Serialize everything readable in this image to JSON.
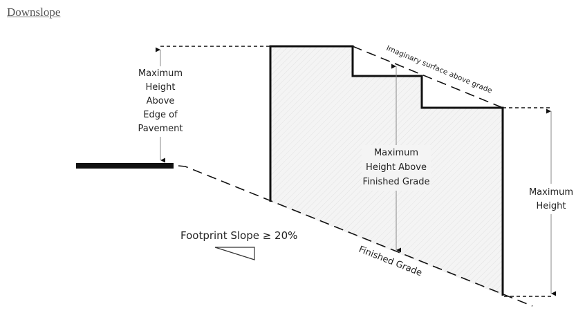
{
  "title": "Downslope",
  "labels": {
    "edge_pavement": [
      "Maximum",
      "Height",
      "Above",
      "Edge of",
      "Pavement"
    ],
    "finished_grade_height": [
      "Maximum",
      "Height Above",
      "Finished Grade"
    ],
    "max_height": [
      "Maximum",
      "Height"
    ],
    "imaginary_surface": "Imaginary surface above grade",
    "finished_grade": "Finished Grade",
    "footprint_slope": "Footprint Slope ≥ 20%"
  },
  "colors": {
    "line": "#111111",
    "fill": "#f1f1f1",
    "arrow": "#888888"
  }
}
